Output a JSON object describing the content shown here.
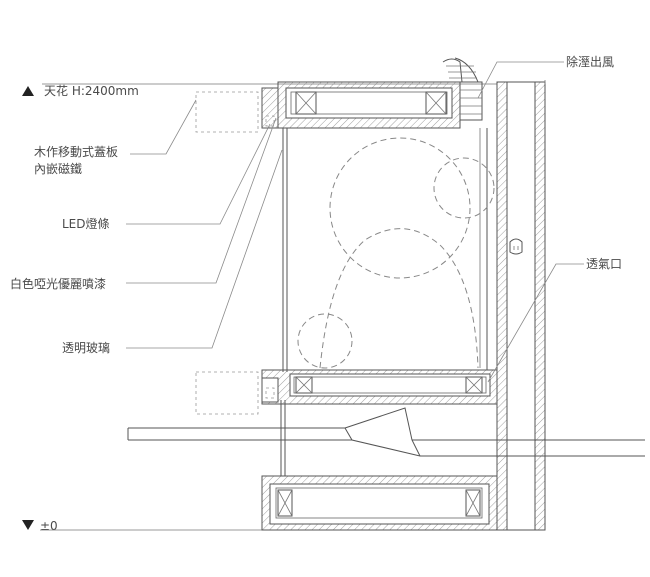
{
  "labels": {
    "ceiling": "天花 H:2400mm",
    "floor": "±0",
    "wood_cover_line1": "木作移動式蓋板",
    "wood_cover_line2": "內嵌磁鐵",
    "led": "LED燈條",
    "paint": "白色啞光優麗噴漆",
    "glass": "透明玻璃",
    "dehumidify": "除溼出風",
    "vent": "透氣口"
  }
}
